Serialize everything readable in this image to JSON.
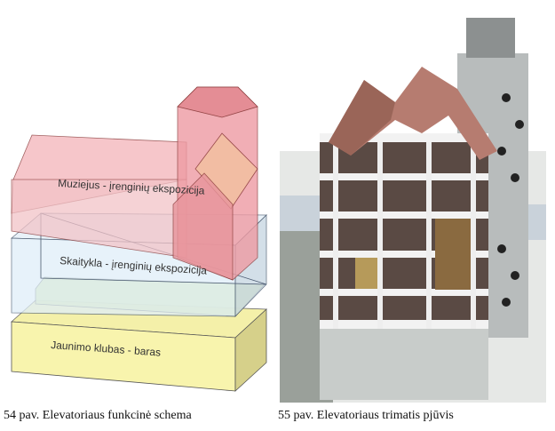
{
  "figure_left": {
    "labels": {
      "museum": "Muziejus - įrenginių ekspozicija",
      "reading": "Skaitykla - įrenginių ekspozicija",
      "youth": "Jaunimo klubas - baras"
    },
    "caption": "54 pav. Elevatoriaus funkcinė schema",
    "colors": {
      "museum": "#f2a0a8",
      "reading": "#dcecf7",
      "youth": "#f7f3a6",
      "green": "#d8e8a0"
    }
  },
  "figure_right": {
    "caption": "55 pav. Elevatoriaus trimatis pjūvis"
  }
}
